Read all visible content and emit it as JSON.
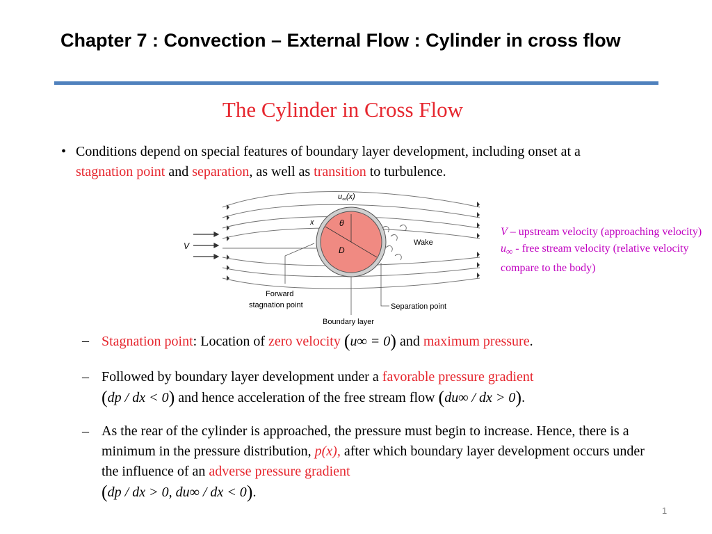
{
  "slide_title": "Chapter 7  : Convection – External Flow : Cylinder in cross flow",
  "section_heading": "The Cylinder in Cross Flow",
  "bullet": {
    "t1": "Conditions depend on special features of boundary layer development, including onset at a ",
    "t2": "stagnation point",
    "t3": " and ",
    "t4": "separation",
    "t5": ", as well as ",
    "t6": "transition",
    "t7": " to turbulence."
  },
  "diagram": {
    "u_inf_label": "u",
    "u_inf_arg": "(x)",
    "theta": "θ",
    "x": "x",
    "D": "D",
    "V": "V",
    "wake": "Wake",
    "forward_stagnation_1": "Forward",
    "forward_stagnation_2": "stagnation point",
    "separation_point": "Separation point",
    "boundary_layer": "Boundary layer",
    "infinity": "∞"
  },
  "legend": {
    "v_sym": "V",
    "v_text": " – upstream velocity (approaching velocity)",
    "u_sym": "u",
    "inf": "∞",
    "u_text": " - free stream velocity (relative velocity compare to the body)"
  },
  "sub1": {
    "t1": "Stagnation point",
    "t2": ":  Location of ",
    "t3": "zero velocity",
    "math": "u∞ = 0",
    "t4": " and ",
    "t5": "maximum pressure",
    "t6": "."
  },
  "sub2": {
    "t1": "Followed by boundary layer development under a ",
    "t2": "favorable pressure gradient",
    "math1": "dp / dx < 0",
    "t3": " and hence acceleration of the free stream flow ",
    "math2": "du∞ / dx > 0",
    "t4": "."
  },
  "sub3": {
    "t1": "As the rear of the cylinder is approached, the pressure must begin to increase. Hence, there is a minimum in the pressure distribution, ",
    "px": "p(x),",
    "t2": " after which boundary layer development occurs under the influence of an ",
    "t3": "adverse pressure gradient",
    "math": "dp / dx > 0, du∞ / dx < 0",
    "t4": "."
  },
  "page_number": "1",
  "colors": {
    "rule": "#4f81bd",
    "emphasis": "#e6262e",
    "legend": "#c000c0",
    "cylinder": "#f08a82"
  }
}
